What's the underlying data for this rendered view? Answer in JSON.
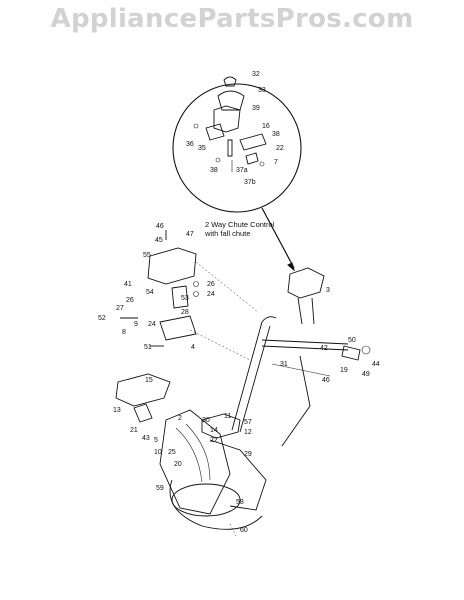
{
  "watermark": "AppliancePartsPros.com",
  "callout_note_line1": "2 Way Chute Control",
  "callout_note_line2": "with fall chute",
  "detail_part_numbers": [
    "32",
    "33",
    "39",
    "16",
    "38",
    "35",
    "36",
    "22",
    "7",
    "38",
    "37a",
    "37b"
  ],
  "main_part_numbers": [
    "46",
    "47",
    "45",
    "55",
    "26",
    "24",
    "41",
    "54",
    "53",
    "27",
    "26",
    "28",
    "52",
    "8",
    "9",
    "24",
    "51",
    "4",
    "3",
    "50",
    "42",
    "31",
    "19",
    "46",
    "44",
    "49",
    "15",
    "13",
    "21",
    "43",
    "2",
    "30",
    "11",
    "57",
    "14",
    "12",
    "5",
    "25",
    "22",
    "10",
    "20",
    "29",
    "59",
    "58",
    "60"
  ]
}
